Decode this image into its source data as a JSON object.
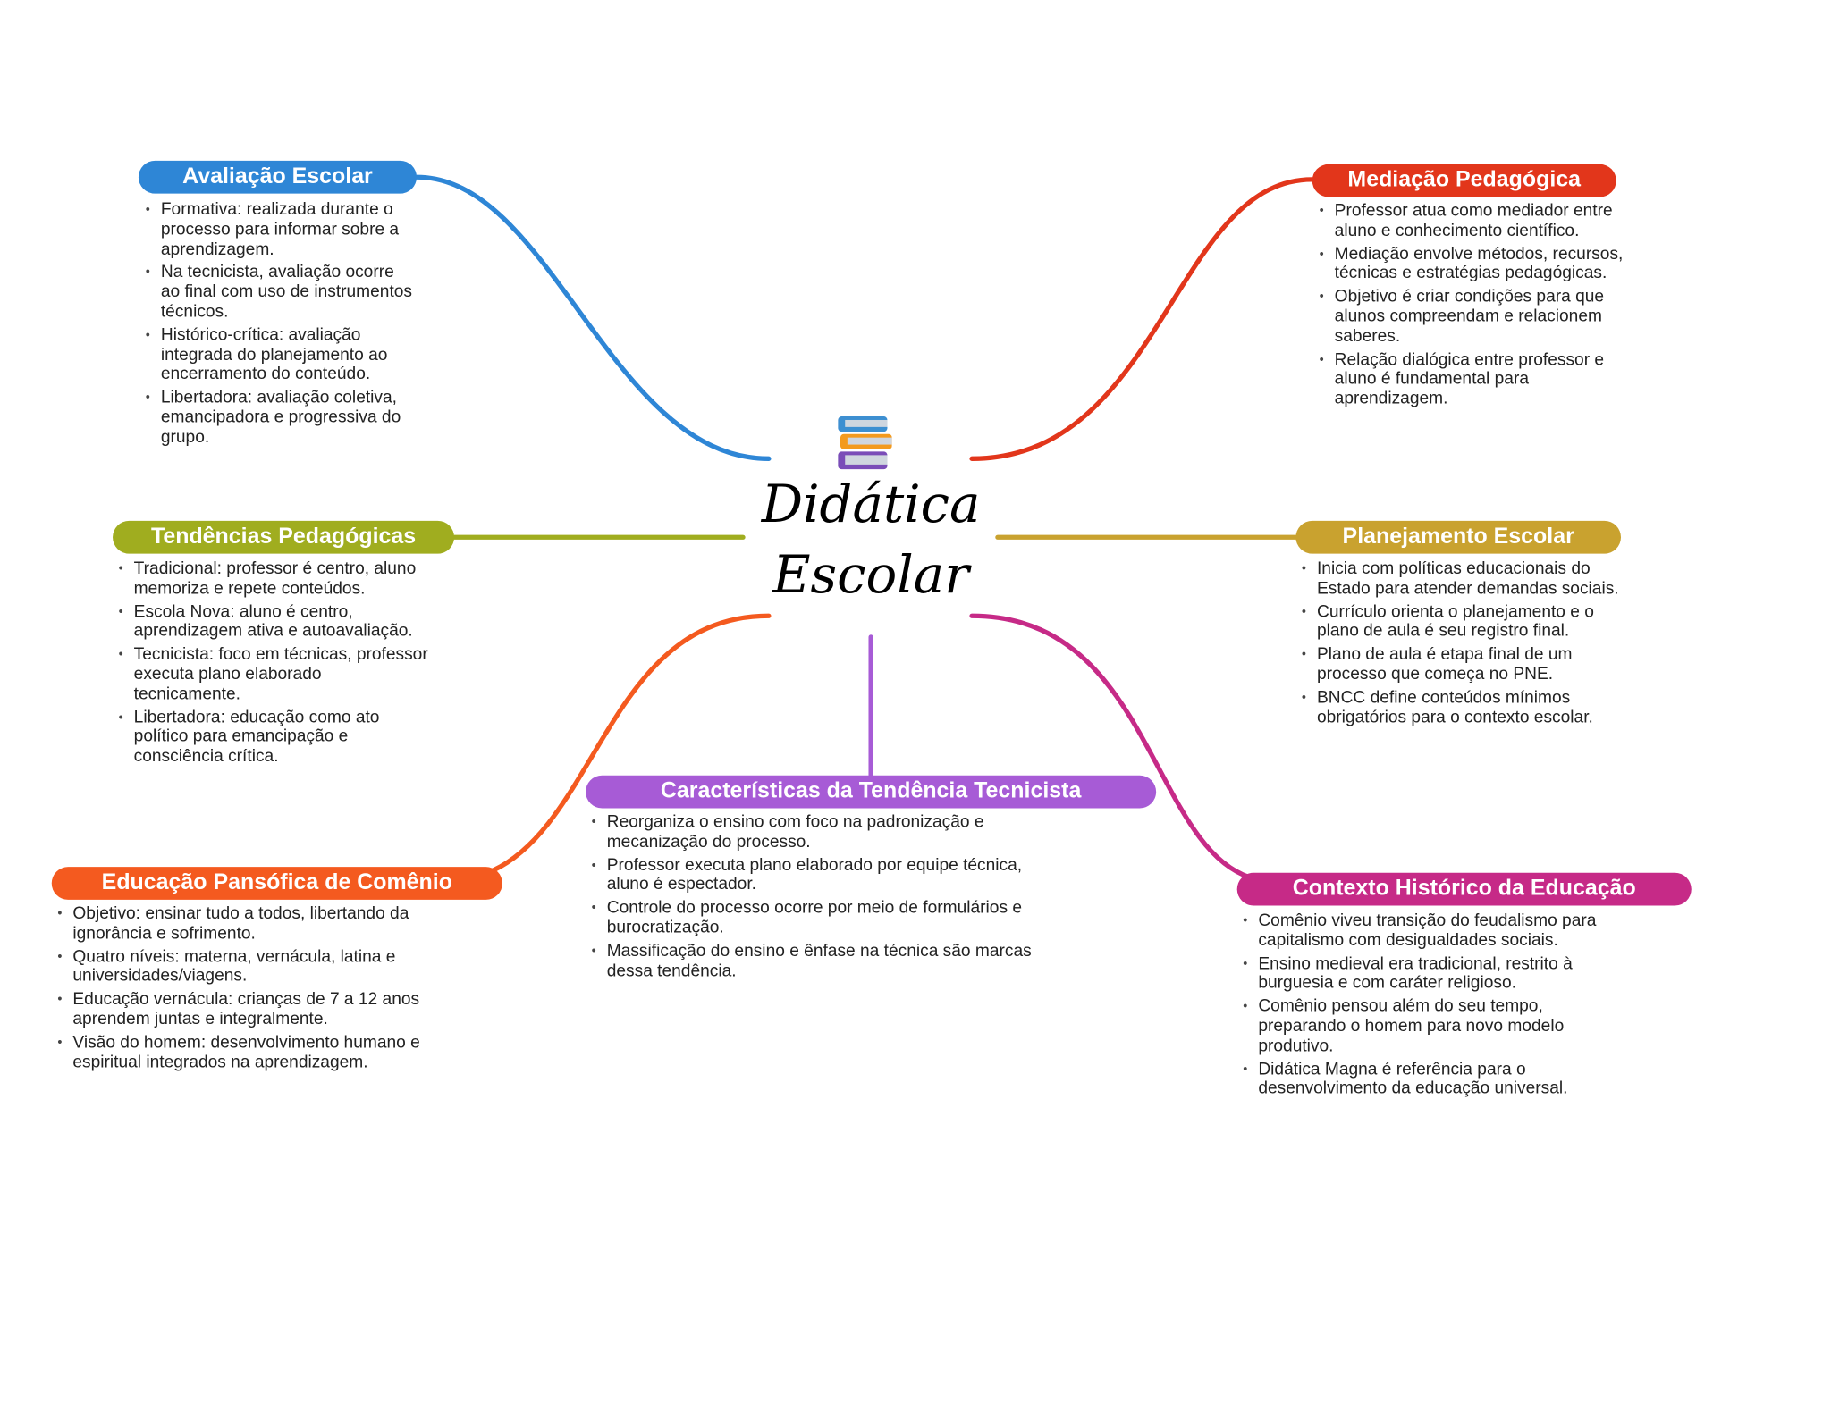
{
  "center": {
    "title_line1": "Didática",
    "title_line2": "Escolar",
    "icon": "books-icon"
  },
  "branches": {
    "avaliacao": {
      "label": "Avaliação Escolar",
      "color": "#2e86d6",
      "items": [
        "Formativa: realizada durante o processo para informar sobre a aprendizagem.",
        "Na tecnicista, avaliação ocorre ao final com uso de instrumentos técnicos.",
        "Histórico-crítica: avaliação integrada do planejamento ao encerramento do conteúdo.",
        "Libertadora: avaliação coletiva, emancipadora e progressiva do grupo."
      ]
    },
    "tendencias": {
      "label": "Tendências Pedagógicas",
      "color": "#a0ad1f",
      "items": [
        "Tradicional: professor é centro, aluno memoriza e repete conteúdos.",
        "Escola Nova: aluno é centro, aprendizagem ativa e autoavaliação.",
        "Tecnicista: foco em técnicas, professor executa plano elaborado tecnicamente.",
        "Libertadora: educação como ato político para emancipação e consciência crítica."
      ]
    },
    "comenio": {
      "label": "Educação Pansófica de Comênio",
      "color": "#f45a1f",
      "items": [
        "Objetivo: ensinar tudo a todos, libertando da ignorância e sofrimento.",
        "Quatro níveis: materna, vernácula, latina e universidades/viagens.",
        "Educação vernácula: crianças de 7 a 12 anos aprendem juntas e integralmente.",
        "Visão do homem: desenvolvimento humano e espiritual integrados na aprendizagem."
      ]
    },
    "tecnicista": {
      "label": "Características da Tendência Tecnicista",
      "color": "#a75bd6",
      "items": [
        "Reorganiza o ensino com foco na padronização e mecanização do processo.",
        "Professor executa plano elaborado por equipe técnica, aluno é espectador.",
        "Controle do processo ocorre por meio de formulários e burocratização.",
        "Massificação do ensino e ênfase na técnica são marcas dessa tendência."
      ]
    },
    "mediacao": {
      "label": "Mediação Pedagógica",
      "color": "#e2361b",
      "items": [
        "Professor atua como mediador entre aluno e conhecimento científico.",
        "Mediação envolve métodos, recursos, técnicas e estratégias pedagógicas.",
        "Objetivo é criar condições para que alunos compreendam e relacionem saberes.",
        "Relação dialógica entre professor e aluno é fundamental para aprendizagem."
      ]
    },
    "planejamento": {
      "label": "Planejamento Escolar",
      "color": "#c9a22f",
      "items": [
        "Inicia com políticas educacionais do Estado para atender demandas sociais.",
        "Currículo orienta o planejamento e o plano de aula é seu registro final.",
        "Plano de aula é etapa final de um processo que começa no PNE.",
        "BNCC define conteúdos mínimos obrigatórios para o contexto escolar."
      ]
    },
    "contexto": {
      "label": "Contexto Histórico da Educação",
      "color": "#c62a87",
      "items": [
        "Comênio viveu transição do feudalismo para capitalismo com desigualdades sociais.",
        "Ensino medieval era tradicional, restrito à burguesia e com caráter religioso.",
        "Comênio pensou além do seu tempo, preparando o homem para novo modelo produtivo.",
        "Didática Magna é referência para o desenvolvimento da educação universal."
      ]
    }
  }
}
